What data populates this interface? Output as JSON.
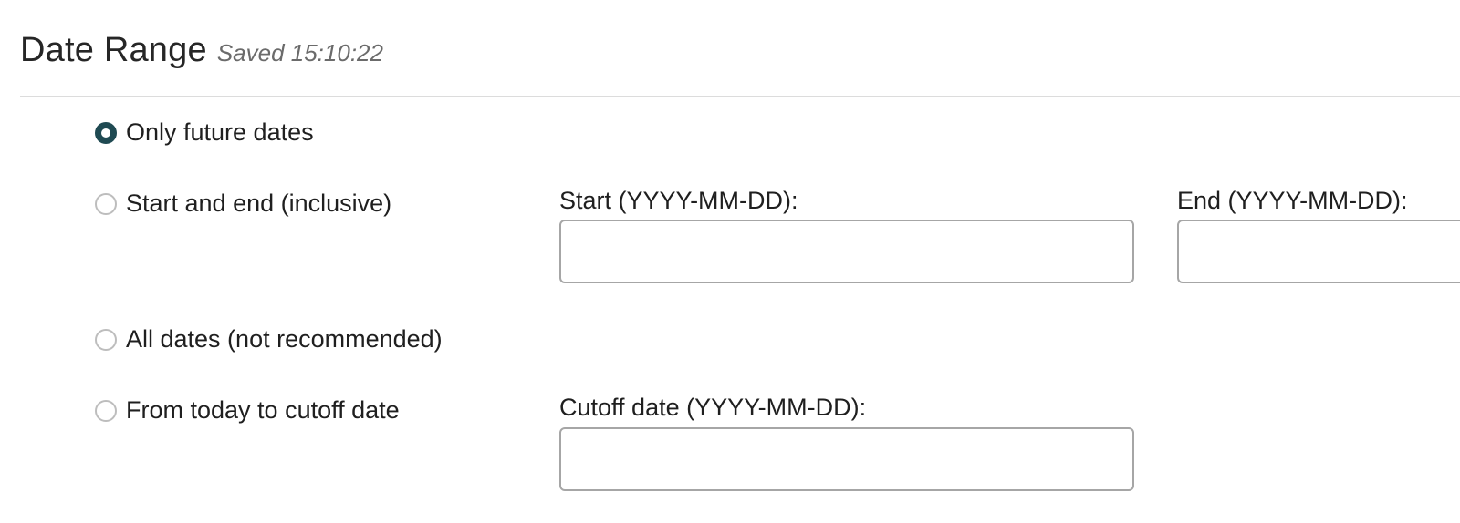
{
  "header": {
    "title": "Date Range",
    "saved_status": "Saved 15:10:22"
  },
  "options": [
    {
      "label": "Only future dates",
      "selected": true
    },
    {
      "label": "Start and end (inclusive)",
      "selected": false
    },
    {
      "label": "All dates (not recommended)",
      "selected": false
    },
    {
      "label": "From today to cutoff date",
      "selected": false
    }
  ],
  "fields": {
    "start": {
      "label": "Start (YYYY-MM-DD):",
      "value": ""
    },
    "end": {
      "label": "End (YYYY-MM-DD):",
      "value": ""
    },
    "cutoff": {
      "label": "Cutoff date (YYYY-MM-DD):",
      "value": ""
    }
  },
  "colors": {
    "radio_selected": "#1f4a52",
    "radio_border": "#bdbdbd",
    "input_border": "#a6a6a6",
    "divider": "#dcdcdc"
  }
}
